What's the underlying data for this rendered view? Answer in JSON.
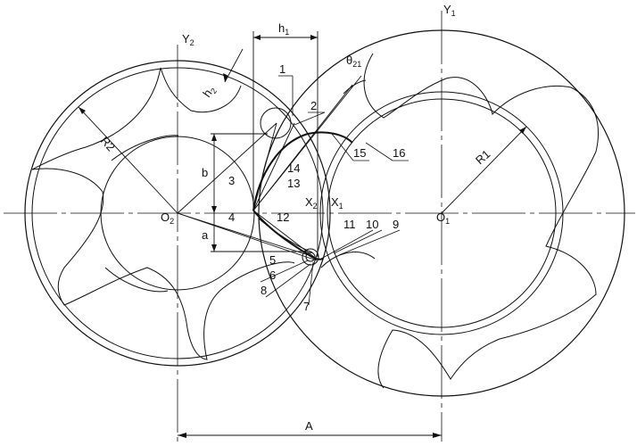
{
  "labels": {
    "y1": "Y",
    "y1_sub": "1",
    "y2": "Y",
    "y2_sub": "2",
    "x1": "X",
    "x1_sub": "1",
    "x2": "X",
    "x2_sub": "2",
    "o1": "O",
    "o1_sub": "1",
    "o2": "O",
    "o2_sub": "2",
    "r1": "R1",
    "r2": "R2",
    "h1": "h",
    "h1_sub": "1",
    "h2": "h",
    "h2_sub": "2",
    "theta": "θ",
    "theta_sub": "21",
    "a": "a",
    "b": "b",
    "A": "A"
  },
  "callouts": [
    "1",
    "2",
    "3",
    "4",
    "5",
    "6",
    "7",
    "8",
    "9",
    "10",
    "11",
    "12",
    "13",
    "14",
    "15",
    "16"
  ],
  "colors": {
    "stroke": "#111111",
    "background": "#ffffff"
  }
}
